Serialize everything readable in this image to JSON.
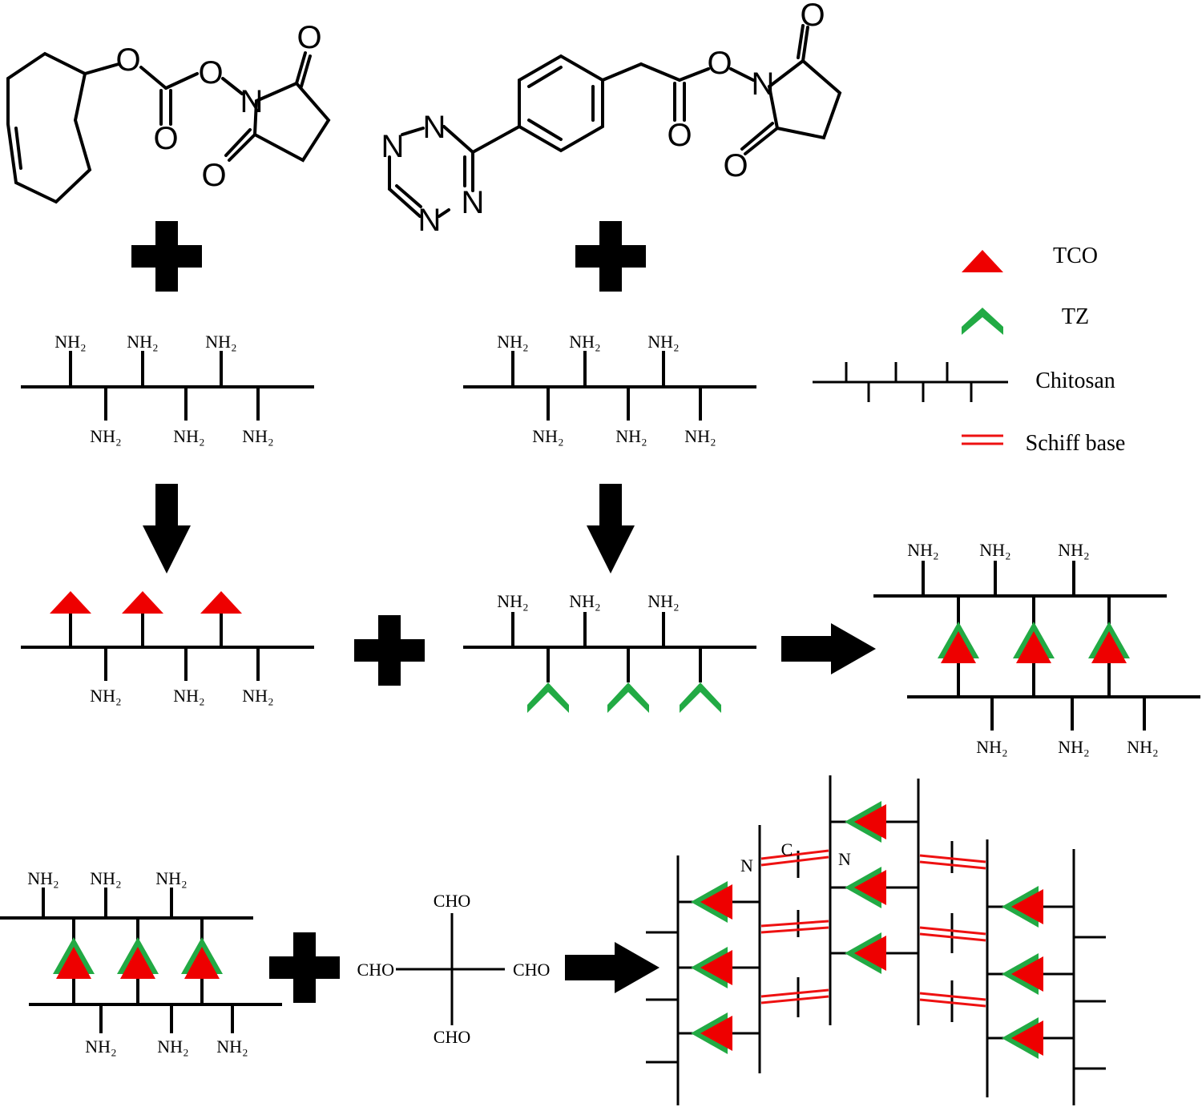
{
  "colors": {
    "tco": "#ee0000",
    "tz": "#22aa44",
    "schiff": "#ee1111",
    "line": "#000000"
  },
  "atoms": {
    "oxygen": "O",
    "nitrogen": "N"
  },
  "amine": "NH₂",
  "aldehyde": "CHO",
  "network_atoms": {
    "n": "N",
    "c": "C"
  },
  "legend": {
    "tco": "TCO",
    "tz": "TZ",
    "chitosan": "Chitosan",
    "schiff": "Schiff base"
  }
}
